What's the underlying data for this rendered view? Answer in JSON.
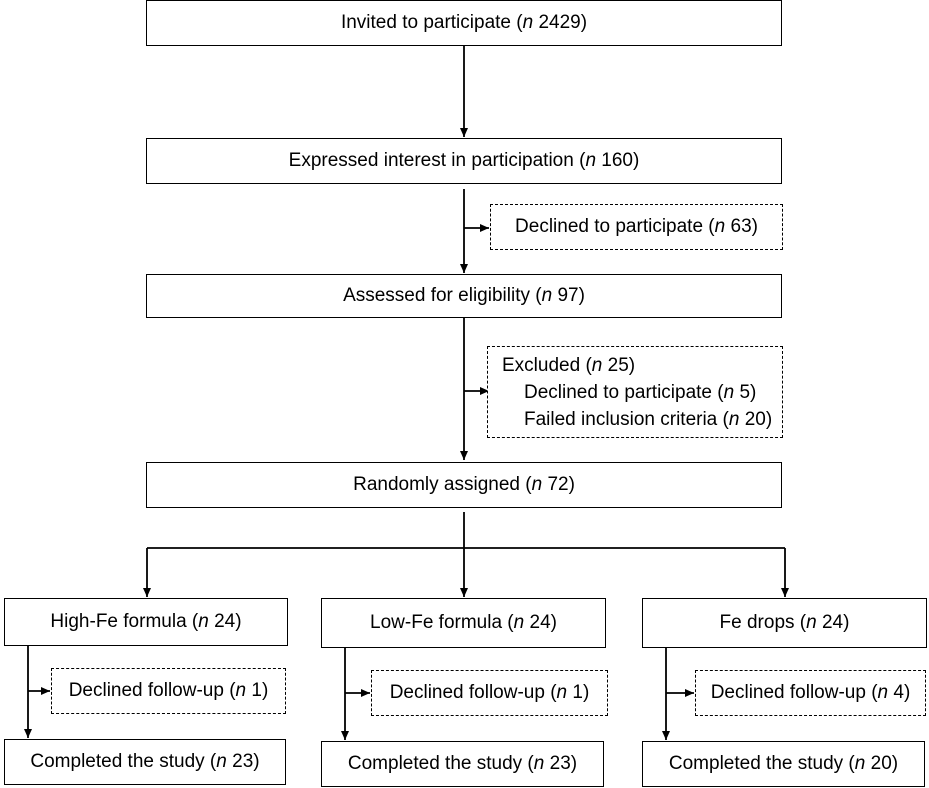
{
  "n_symbol": "n",
  "invited": {
    "text": "Invited to participate (",
    "count": "2429",
    "close": ")"
  },
  "interest": {
    "text": "Expressed interest in participation (",
    "count": "160",
    "close": ")"
  },
  "declined": {
    "text": "Declined to participate (",
    "count": "63",
    "close": ")"
  },
  "assessed": {
    "text": "Assessed for eligibility (",
    "count": "97",
    "close": ")"
  },
  "excluded": {
    "title": "Excluded (",
    "count": "25",
    "close": ")",
    "reasons": [
      {
        "text": "Declined to participate (",
        "count": "5",
        "close": ")"
      },
      {
        "text": "Failed inclusion criteria (",
        "count": "20",
        "close": ")"
      }
    ]
  },
  "randomized": {
    "text": "Randomly assigned (",
    "count": "72",
    "close": ")"
  },
  "arms": [
    {
      "name": "High-Fe formula (",
      "count": "24",
      "close": ")",
      "dropout": {
        "text": "Declined follow-up (",
        "count": "1",
        "close": ")"
      },
      "completed": {
        "text": "Completed the study (",
        "count": "23",
        "close": ")"
      }
    },
    {
      "name": "Low-Fe formula (",
      "count": "24",
      "close": ")",
      "dropout": {
        "text": "Declined follow-up (",
        "count": "1",
        "close": ")"
      },
      "completed": {
        "text": "Completed the study (",
        "count": "23",
        "close": ")"
      }
    },
    {
      "name": "Fe drops (",
      "count": "24",
      "close": ")",
      "dropout": {
        "text": "Declined follow-up (",
        "count": "4",
        "close": ")"
      },
      "completed": {
        "text": "Completed the study (",
        "count": "20",
        "close": ")"
      }
    }
  ]
}
